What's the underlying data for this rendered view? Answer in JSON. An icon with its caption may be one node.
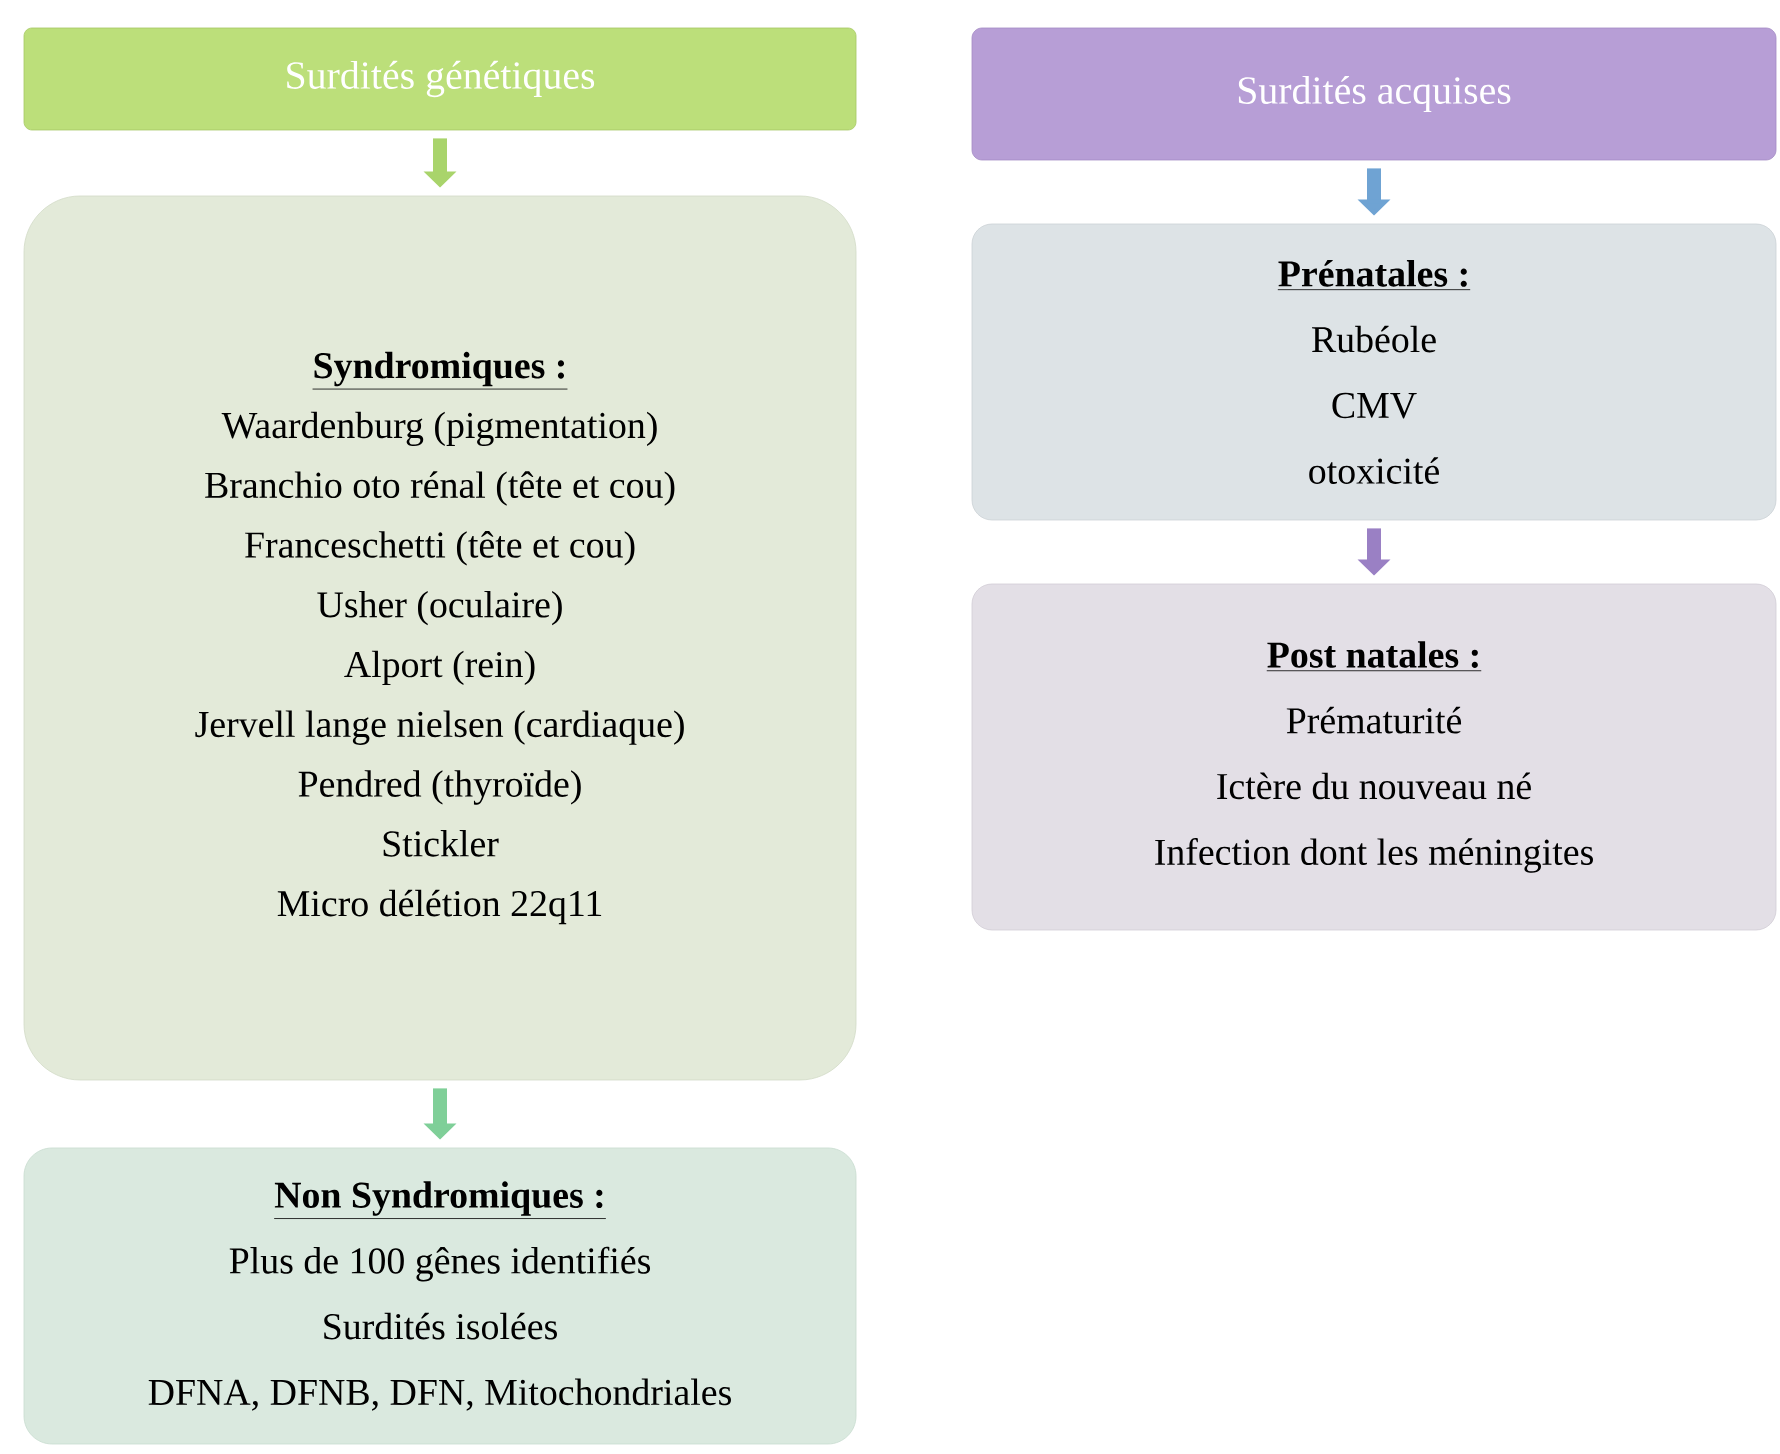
{
  "diagram": {
    "nodes": [
      {
        "text": [
          "Surdités génétiques"
        ]
      },
      {
        "text": [
          "Syndromiques :",
          "Waardenburg (pigmentation)",
          "Branchio oto rénal (tête et cou)",
          "Franceschetti (tête et cou)",
          "Usher (oculaire)",
          "Alport (rein)",
          "Jervell lange nielsen (cardiaque)",
          "Pendred (thyroïde)",
          "Stickler",
          "Micro délétion 22q11"
        ]
      },
      {
        "text": [
          "Non Syndromiques :",
          "Plus de 100 gênes identifiés",
          "Surdités isolées",
          "DFNA, DFNB, DFN, Mitochondriales"
        ]
      },
      {
        "text": [
          "Surdités acquises"
        ]
      },
      {
        "text": [
          "Prénatales :",
          "Rubéole",
          "CMV",
          "otoxicité"
        ]
      },
      {
        "text": [
          "Post natales :",
          "Prématurité",
          "Ictère du nouveau né",
          "Infection dont les méningites"
        ]
      }
    ],
    "edges": [
      {
        "from": 0,
        "to": 1,
        "arrow": "to",
        "color": "#a9d46b"
      },
      {
        "from": 1,
        "to": 2,
        "arrow": "to",
        "color": "#7fcf98"
      },
      {
        "from": 3,
        "to": 4,
        "arrow": "to",
        "color": "#6fa3d3"
      },
      {
        "from": 4,
        "to": 5,
        "arrow": "to",
        "color": "#9a80c4"
      }
    ]
  }
}
